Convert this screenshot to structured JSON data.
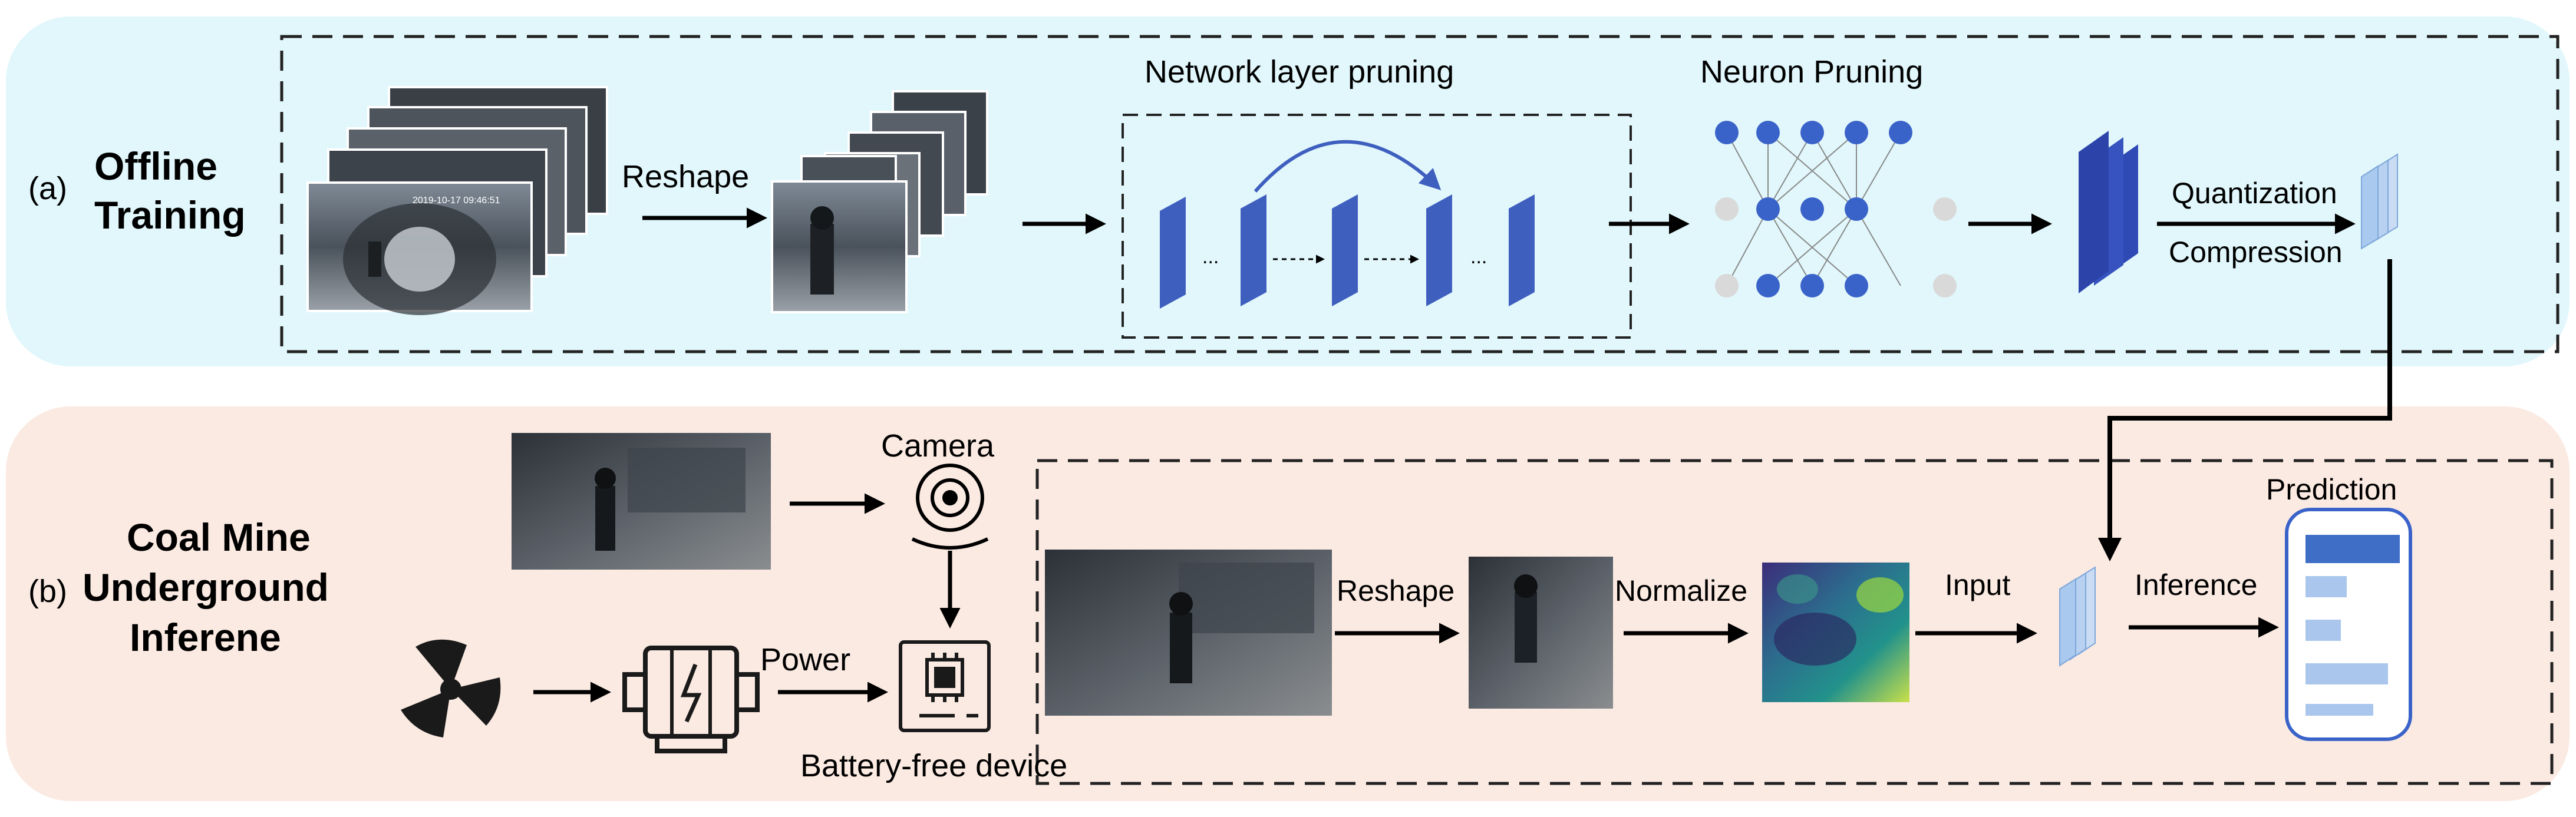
{
  "panel_a": {
    "tag": "(a)",
    "title_line1": "Offline",
    "title_line2": "Training",
    "reshape_label": "Reshape",
    "layer_pruning_label": "Network layer pruning",
    "neuron_pruning_label": "Neuron Pruning",
    "quantization_label": "Quantization",
    "compression_label": "Compression",
    "frame_timestamp": "2019-10-17 09:46:51"
  },
  "panel_b": {
    "tag": "(b)",
    "title_line1": "Coal Mine",
    "title_line2": "Underground",
    "title_line3": "Inferene",
    "camera_label": "Camera",
    "power_label": "Power",
    "device_label": "Battery-free device",
    "reshape_label": "Reshape",
    "normalize_label": "Normalize",
    "input_label": "Input",
    "inference_label": "Inference",
    "prediction_label": "Prediction"
  },
  "colors": {
    "panel_a_bg": "#e1f7fb",
    "panel_b_bg": "#fbeae2",
    "layer_blue": "#3f5fbf",
    "dark_blue": "#2f49b5",
    "light_blue": "#a9c9ef",
    "neuron_blue": "#3a63c9",
    "neuron_gray": "#d9d9d9",
    "prediction_bar_dark": "#3f6ec7",
    "prediction_bar_light": "#aac6ec"
  },
  "icons": [
    "camera-icon",
    "fan-icon",
    "power-generator-icon",
    "chip-board-icon",
    "prediction-list-icon"
  ]
}
